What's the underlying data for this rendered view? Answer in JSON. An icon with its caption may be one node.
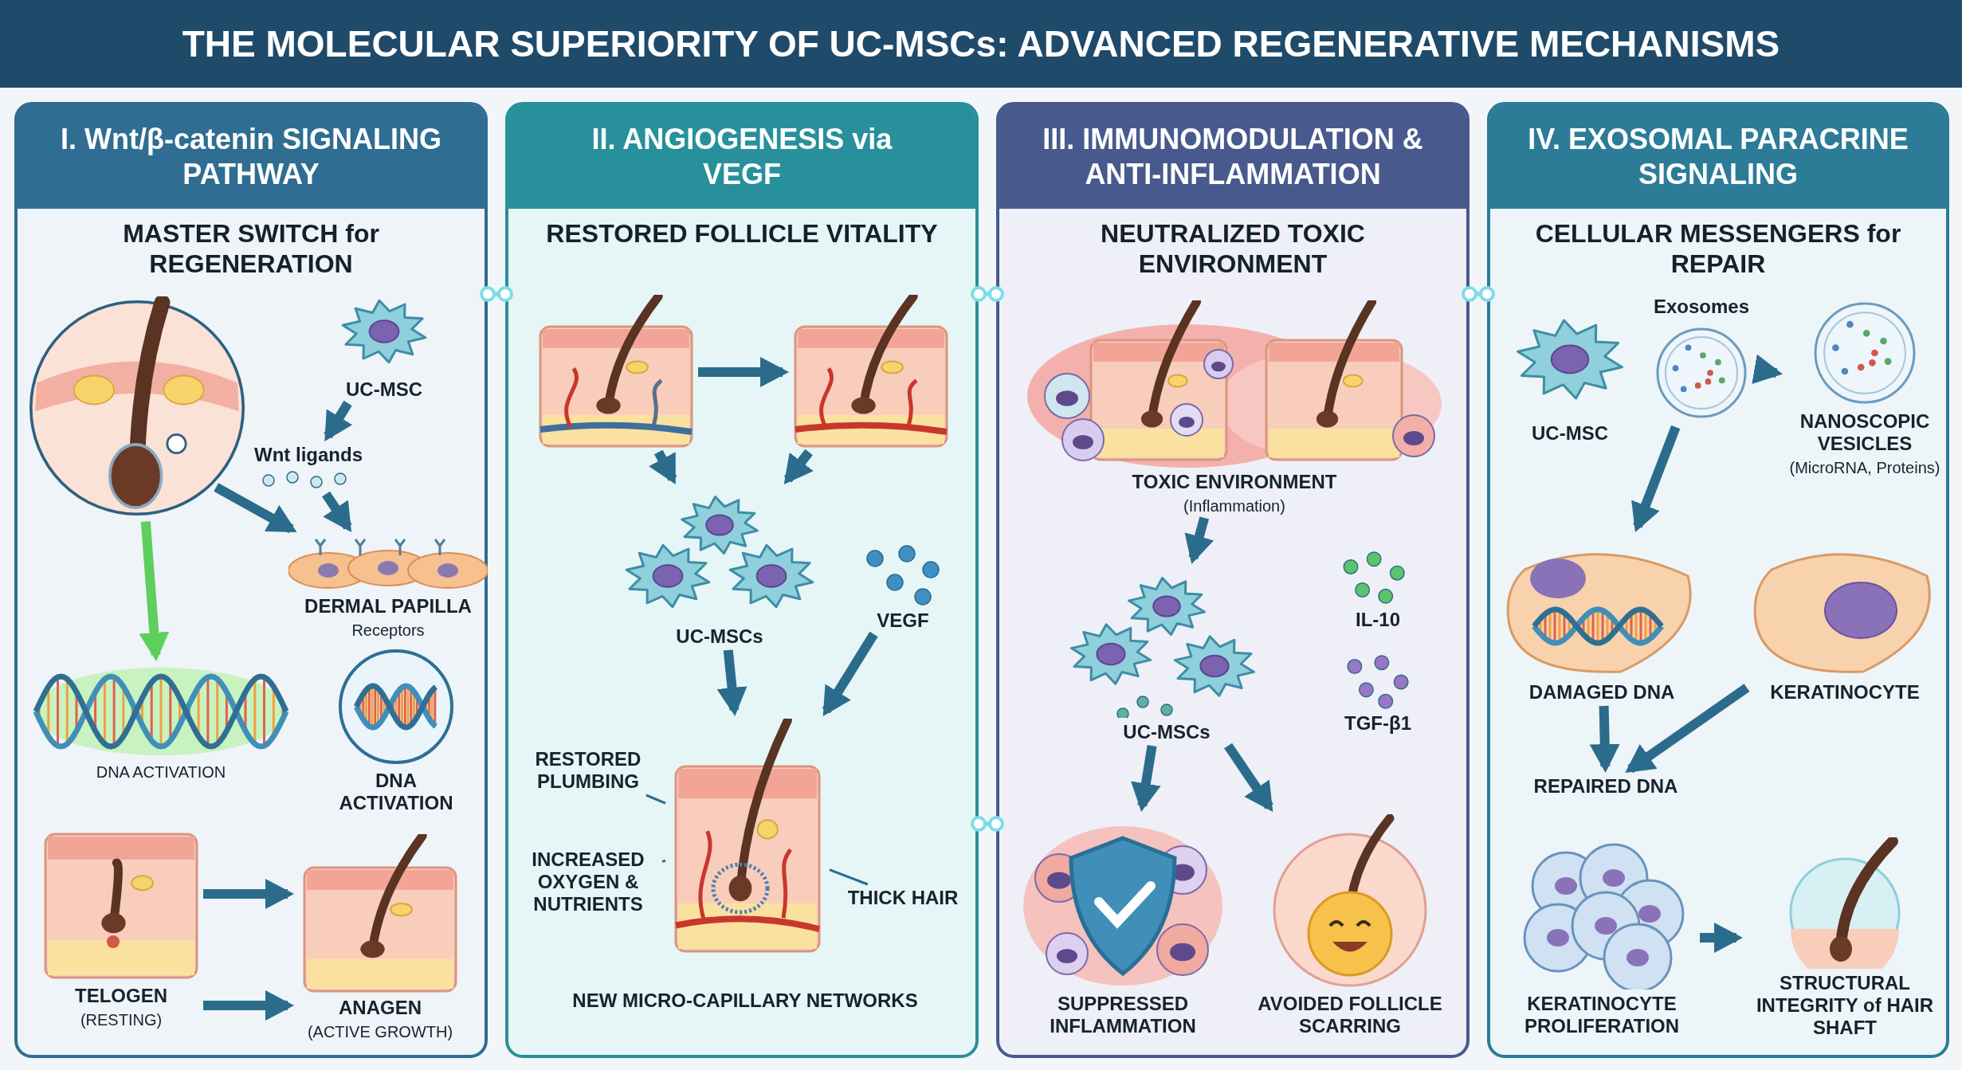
{
  "diagram": {
    "title": "THE MOLECULAR SUPERIORITY OF UC-MSCs: ADVANCED REGENERATIVE MECHANISMS",
    "nodes": [
      {
        "text": [
          "I. Wnt/β-catenin SIGNALING PATHWAY",
          "MASTER SWITCH for REGENERATION"
        ]
      },
      {
        "text": [],
        "shape": "picture",
        "in": 0
      },
      {
        "text": [
          "UC-MSC"
        ],
        "in": 0
      },
      {
        "text": [
          "Wnt ligands"
        ],
        "in": 0
      },
      {
        "text": [
          "DERMAL PAPILLA",
          "Receptors"
        ],
        "in": 0
      },
      {
        "text": [
          "DNA ACTIVATION"
        ],
        "in": 0
      },
      {
        "text": [
          "DNA ACTIVATION"
        ],
        "in": 0
      },
      {
        "text": [
          "TELOGEN",
          "(RESTING)"
        ],
        "in": 0
      },
      {
        "text": [
          "ANAGEN",
          "(ACTIVE GROWTH)"
        ],
        "in": 0
      },
      {
        "text": [
          "II. ANGIOGENESIS via VEGF",
          "RESTORED FOLLICLE VITALITY"
        ]
      },
      {
        "text": [],
        "shape": "picture",
        "in": 9
      },
      {
        "text": [],
        "shape": "picture",
        "in": 9
      },
      {
        "text": [
          "UC-MSCs"
        ],
        "in": 9
      },
      {
        "text": [
          "VEGF"
        ],
        "in": 9
      },
      {
        "text": [],
        "shape": "picture",
        "in": 9,
        "beside": [
          "NEW MICRO-CAPILLARY NETWORKS"
        ]
      },
      {
        "text": [
          "RESTORED PLUMBING"
        ],
        "in": 9
      },
      {
        "text": [
          "INCREASED OXYGEN & NUTRIENTS"
        ],
        "in": 9
      },
      {
        "text": [
          "THICK HAIR"
        ],
        "in": 9
      },
      {
        "text": [
          "III. IMMUNOMODULATION & ANTI-INFLAMMATION",
          "NEUTRALIZED TOXIC ENVIRONMENT"
        ]
      },
      {
        "text": [
          "TOXIC ENVIRONMENT",
          "(Inflammation)"
        ],
        "in": 18
      },
      {
        "text": [
          "UC-MSCs"
        ],
        "in": 18
      },
      {
        "text": [
          "IL-10"
        ],
        "in": 18
      },
      {
        "text": [
          "TGF-β1"
        ],
        "in": 18
      },
      {
        "text": [
          "SUPPRESSED INFLAMMATION"
        ],
        "in": 18
      },
      {
        "text": [
          "AVOIDED FOLLICLE SCARRING"
        ],
        "in": 18
      },
      {
        "text": [
          "IV. EXOSOMAL PARACRINE SIGNALING",
          "CELLULAR MESSENGERS for REPAIR"
        ]
      },
      {
        "text": [
          "UC-MSC"
        ],
        "in": 25
      },
      {
        "text": [
          "Exosomes"
        ],
        "in": 25
      },
      {
        "text": [
          "NANOSCOPIC VESICLES",
          "(MicroRNA, Proteins)"
        ],
        "in": 25
      },
      {
        "text": [
          "DAMAGED DNA"
        ],
        "in": 25
      },
      {
        "text": [
          "KERATINOCYTE"
        ],
        "in": 25
      },
      {
        "text": [
          "REPAIRED DNA"
        ],
        "in": 25
      },
      {
        "text": [
          "KERATINOCYTE PROLIFERATION"
        ],
        "in": 25
      },
      {
        "text": [
          "STRUCTURAL INTEGRITY of HAIR SHAFT"
        ],
        "in": 25
      }
    ],
    "edges": [
      {
        "from": 2,
        "to": 3,
        "arrow": "to"
      },
      {
        "from": 3,
        "to": 4,
        "arrow": "to"
      },
      {
        "from": 1,
        "to": 4,
        "arrow": "to"
      },
      {
        "from": 1,
        "to": 5,
        "arrow": "to",
        "color": "#5ccf5c"
      },
      {
        "from": 7,
        "to": 8,
        "arrow": "to"
      },
      {
        "from": 7,
        "to": 8,
        "arrow": "to"
      },
      {
        "from": 10,
        "to": 11,
        "arrow": "to"
      },
      {
        "from": 10,
        "to": 12,
        "arrow": "to"
      },
      {
        "from": 11,
        "to": 12,
        "arrow": "to"
      },
      {
        "from": 12,
        "to": 14,
        "arrow": "to"
      },
      {
        "from": 13,
        "to": 14,
        "arrow": "to"
      },
      {
        "from": 15,
        "to": 14,
        "arrow": "none"
      },
      {
        "from": 16,
        "to": 14,
        "arrow": "none"
      },
      {
        "from": 17,
        "to": 14,
        "arrow": "none"
      },
      {
        "from": 19,
        "to": 20,
        "arrow": "to"
      },
      {
        "from": 20,
        "to": 23,
        "arrow": "to"
      },
      {
        "from": 20,
        "to": 24,
        "arrow": "to"
      },
      {
        "from": 27,
        "to": 28,
        "arrow": "to"
      },
      {
        "from": 27,
        "to": 29,
        "arrow": "to"
      },
      {
        "from": 29,
        "to": 31,
        "arrow": "to"
      },
      {
        "from": 30,
        "to": 31,
        "arrow": "to"
      },
      {
        "from": 32,
        "to": 33,
        "arrow": "to"
      },
      {
        "from": 0,
        "to": 9,
        "arrow": "other",
        "color": "#7fdcea"
      },
      {
        "from": 9,
        "to": 18,
        "arrow": "other",
        "color": "#7fdcea"
      },
      {
        "from": 9,
        "to": 18,
        "arrow": "other",
        "color": "#7fdcea"
      },
      {
        "from": 18,
        "to": 25,
        "arrow": "other",
        "color": "#7fdcea"
      }
    ]
  }
}
